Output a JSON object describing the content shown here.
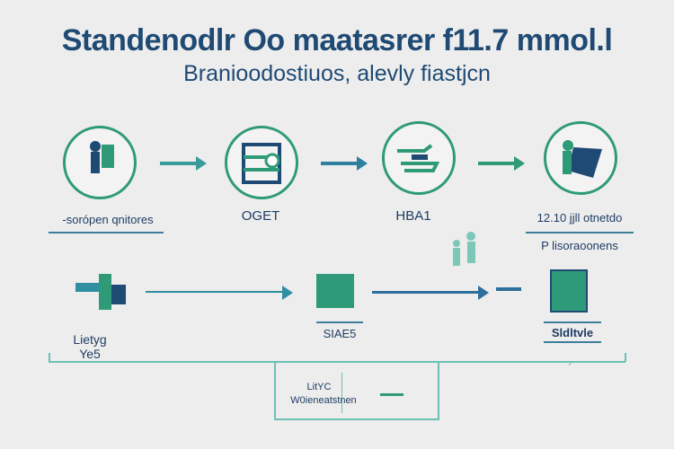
{
  "header": {
    "title": "Standenodlr Oo maatasrer f11.7 mmol.l",
    "subtitle": "Branioodostiuos, alevly fiastjcn"
  },
  "steps": [
    {
      "label": "-sorópen qnitores",
      "icon": "person-screening-icon"
    },
    {
      "label": "OGET",
      "icon": "lab-building-icon"
    },
    {
      "label": "HBA1",
      "icon": "hand-test-icon"
    },
    {
      "label": "12.10 jjll otnetdo",
      "sublabel": "P lisoraoonens",
      "icon": "doctor-chart-icon"
    }
  ],
  "lower": {
    "left_label": "Lietyg",
    "left_sub": "Ye5",
    "middle_label": "SIAE5",
    "right_label": "Sldltvle",
    "box_line1": "LitYC",
    "box_line2": "W0ieneatstnen"
  },
  "colors": {
    "teal": "#2e9a78",
    "navy": "#1f4a74",
    "light_teal": "#6cc0b6"
  }
}
